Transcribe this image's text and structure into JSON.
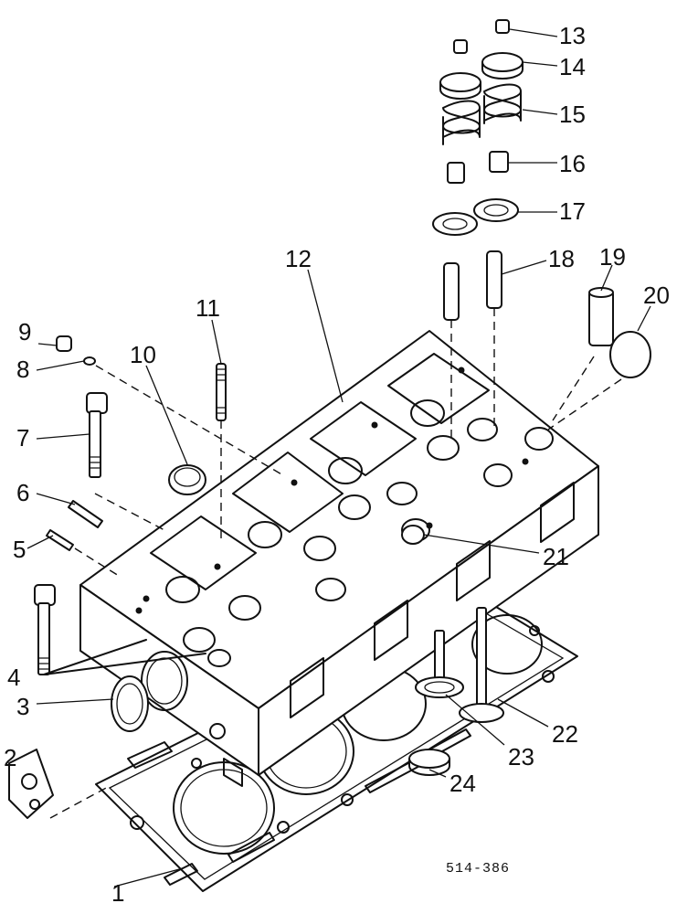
{
  "diagram": {
    "callouts": {
      "c1": "1",
      "c2": "2",
      "c3": "3",
      "c4": "4",
      "c5": "5",
      "c6": "6",
      "c7": "7",
      "c8": "8",
      "c9": "9",
      "c10": "10",
      "c11": "11",
      "c12": "12",
      "c13": "13",
      "c14": "14",
      "c15": "15",
      "c16": "16",
      "c17": "17",
      "c18": "18",
      "c19": "19",
      "c20": "20",
      "c21": "21",
      "c22": "22",
      "c23": "23",
      "c24": "24"
    },
    "figure_code": "514-386"
  }
}
